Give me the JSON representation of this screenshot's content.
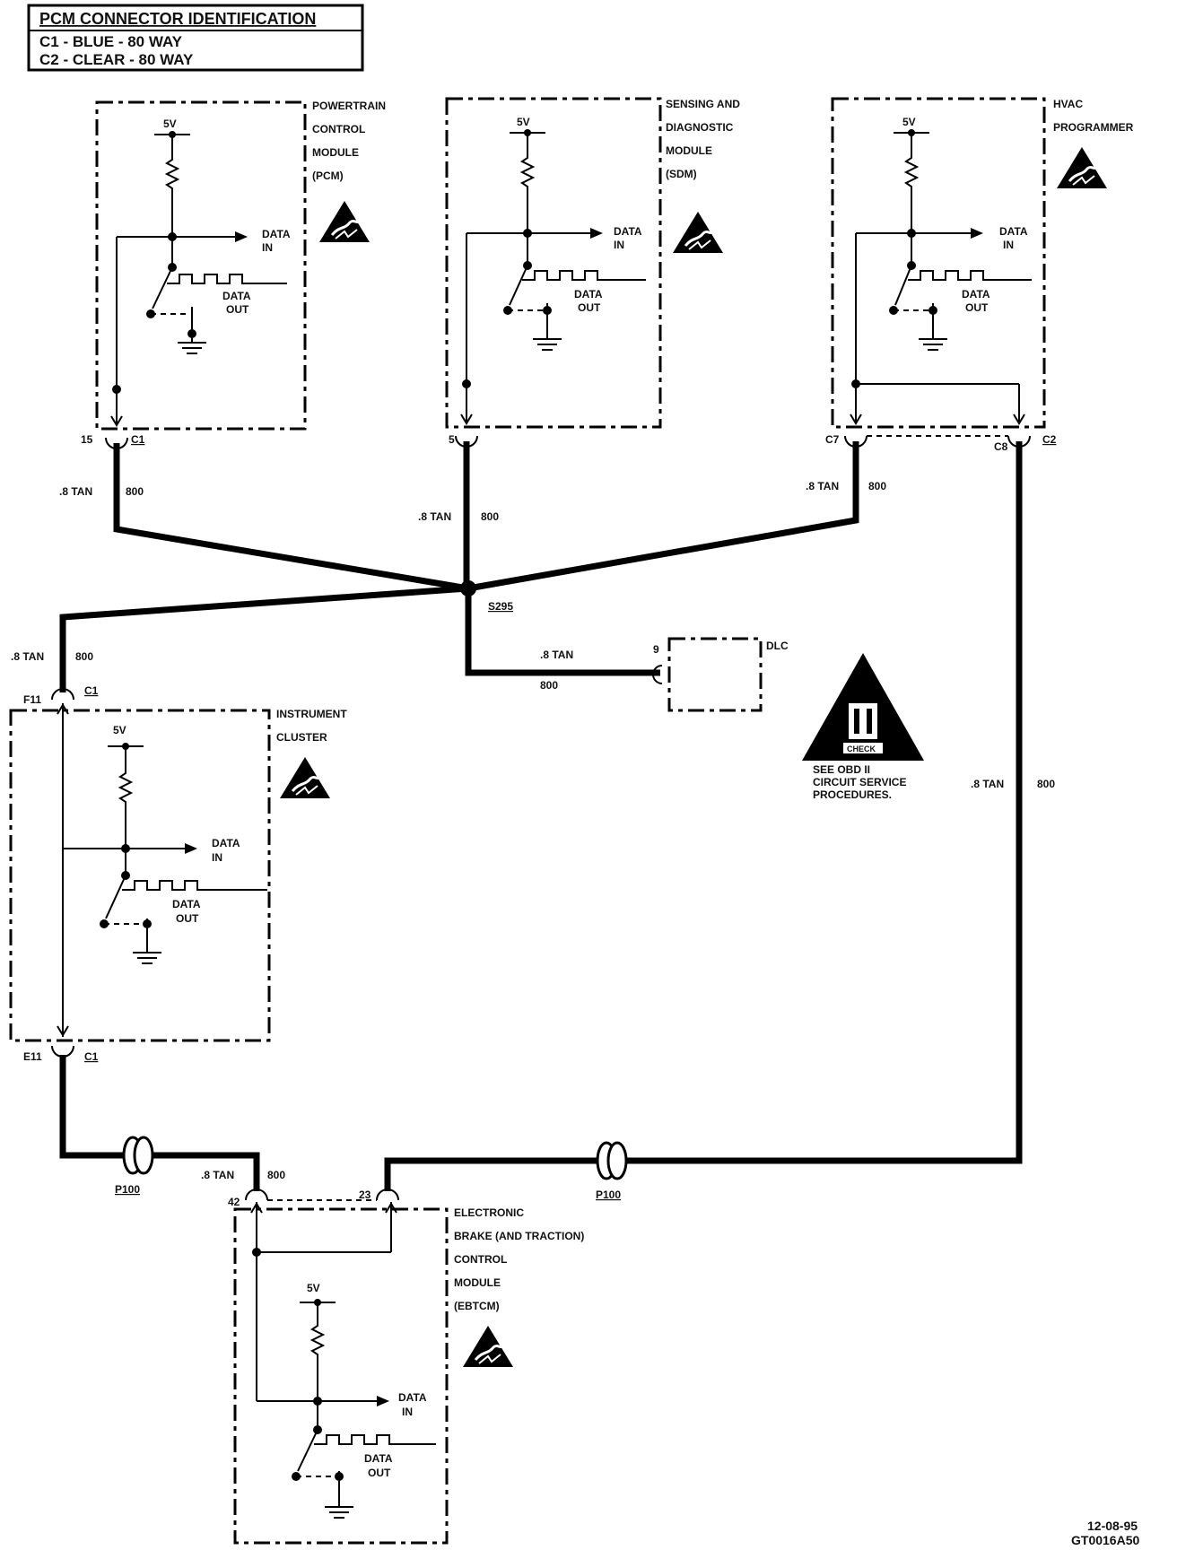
{
  "legend": {
    "title": "PCM CONNECTOR IDENTIFICATION",
    "line1": "C1 - BLUE    - 80 WAY",
    "line2": "C2 - CLEAR  - 80 WAY"
  },
  "modules": {
    "pcm": {
      "l1": "POWERTRAIN",
      "l2": "CONTROL",
      "l3": "MODULE",
      "l4": "(PCM)"
    },
    "sdm": {
      "l1": "SENSING AND",
      "l2": "DIAGNOSTIC",
      "l3": "MODULE",
      "l4": "(SDM)"
    },
    "hvac": {
      "l1": "HVAC",
      "l2": "PROGRAMMER"
    },
    "ic": {
      "l1": "INSTRUMENT",
      "l2": "CLUSTER"
    },
    "ebtcm": {
      "l1": "ELECTRONIC",
      "l2": "BRAKE (AND TRACTION)",
      "l3": "CONTROL",
      "l4": "MODULE",
      "l5": "(EBTCM)"
    },
    "dlc": {
      "l1": "DLC"
    }
  },
  "common": {
    "v5": "5V",
    "data": "DATA",
    "in": "IN",
    "out": "OUT",
    "tan": ".8 TAN",
    "circuit": "800"
  },
  "pins": {
    "pcm_pin": "15",
    "pcm_conn": "C1",
    "sdm_pin": "5",
    "hvac_pin1": "C7",
    "hvac_pin2": "C8",
    "hvac_conn": "C2",
    "ic_pin_top": "F11",
    "ic_conn_top": "C1",
    "ic_pin_bot": "E11",
    "ic_conn_bot": "C1",
    "ebtcm_pin1": "42",
    "ebtcm_pin2": "23",
    "dlc_pin": "9"
  },
  "splice": "S295",
  "inline_left": "P100",
  "inline_right": "P100",
  "obd": {
    "badge": "CHECK",
    "l1": "SEE OBD II",
    "l2": "CIRCUIT SERVICE",
    "l3": "PROCEDURES."
  },
  "footer": {
    "date": "12-08-95",
    "code": "GT0016A50"
  }
}
